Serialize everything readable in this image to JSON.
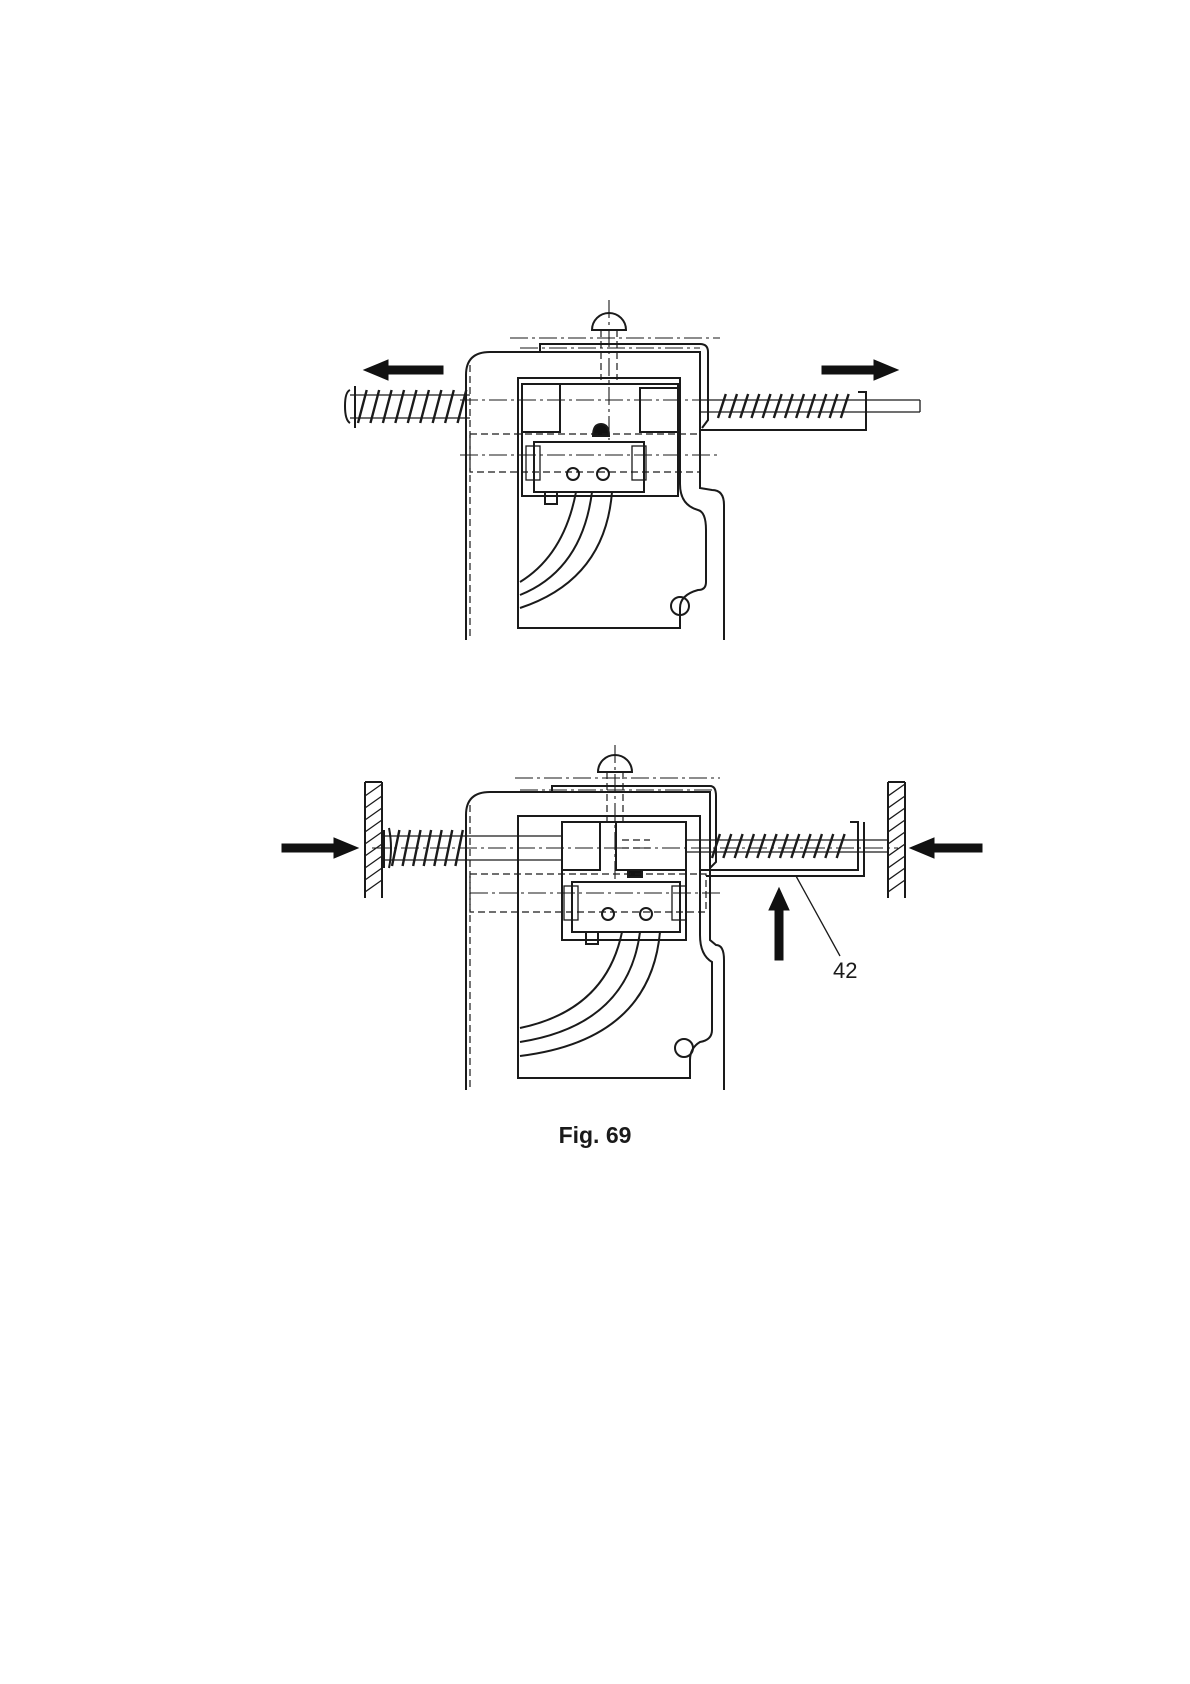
{
  "figure": {
    "caption": "Fig. 69",
    "part_number": "42"
  },
  "views": [
    {
      "name": "switch-released-view",
      "arrows": [
        "outward-left",
        "outward-right"
      ]
    },
    {
      "name": "switch-actuated-view",
      "arrows": [
        "inward-left",
        "inward-right",
        "upward"
      ]
    }
  ]
}
